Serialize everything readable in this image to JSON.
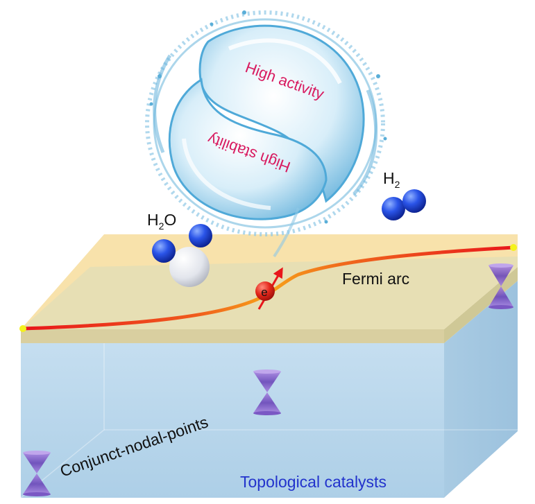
{
  "labels": {
    "high_activity": "High activity",
    "high_stability": "High stability",
    "h2": "H",
    "h2_sub": "2",
    "h2o_h": "H",
    "h2o_sub": "2",
    "h2o_o": "O",
    "fermi_arc": "Fermi arc",
    "electron": "e",
    "conjunct": "Conjunct-nodal-points",
    "topological": "Topological catalysts"
  },
  "colors": {
    "accent_pink": "#d81b60",
    "topological_blue": "#2233cc",
    "slab_front": "#b9d7ea",
    "slab_top": "#f7e0a8",
    "arc_red": "#e8161b",
    "arc_orange": "#f7a21a",
    "nodal_purple": "#8a5cc8",
    "water_blue": "#4fa9d8",
    "hydrogen_blue": "#1f3fd0",
    "oxygen_white": "#e6e8ee"
  },
  "icons": {
    "water_swirl": "water-swirl-icon",
    "nodal_point": "dirac-cone-icon"
  }
}
